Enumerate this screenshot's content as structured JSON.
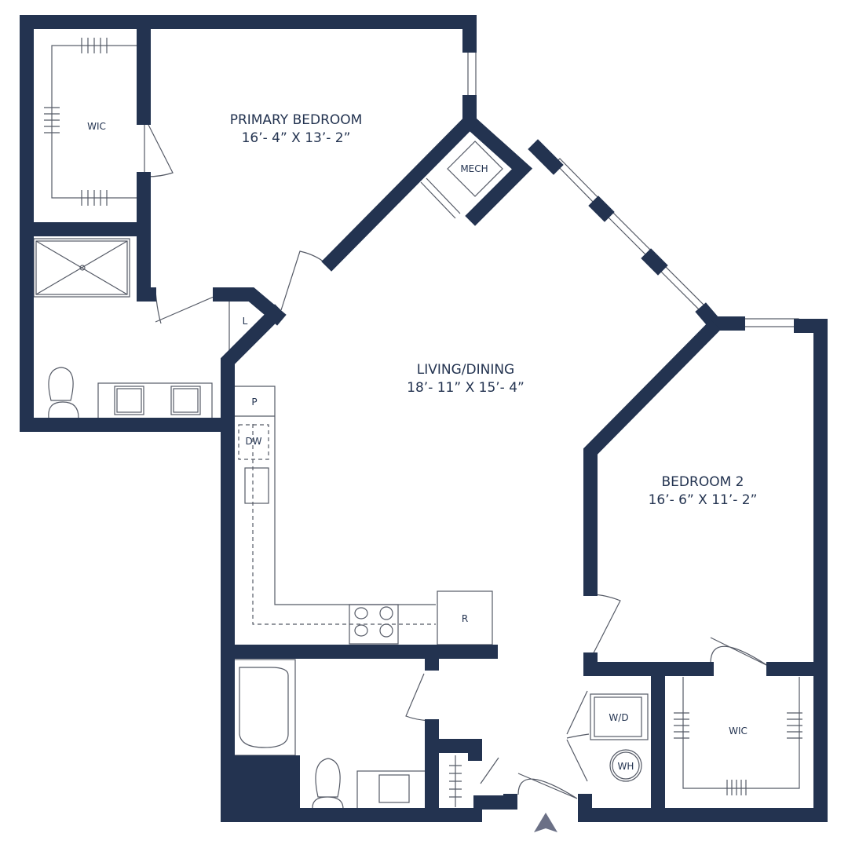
{
  "colors": {
    "wall": "#233350",
    "line": "#555a66",
    "arrow": "#6b7086"
  },
  "rooms": [
    {
      "name": "PRIMARY BEDROOM",
      "dims": "16’- 4” X 13’- 2”"
    },
    {
      "name": "LIVING/DINING",
      "dims": "18’- 11” X 15’- 4”"
    },
    {
      "name": "BEDROOM 2",
      "dims": "16’- 6” X 11’- 2”"
    }
  ],
  "fixtures": {
    "wic_primary": "WIC",
    "mech": "MECH",
    "linen": "L",
    "pantry": "P",
    "dishwasher": "DW",
    "refrigerator": "R",
    "washer_dryer": "W/D",
    "water_heater": "WH",
    "wic_bedroom2": "WIC"
  },
  "north_arrow": "north-arrow-icon"
}
